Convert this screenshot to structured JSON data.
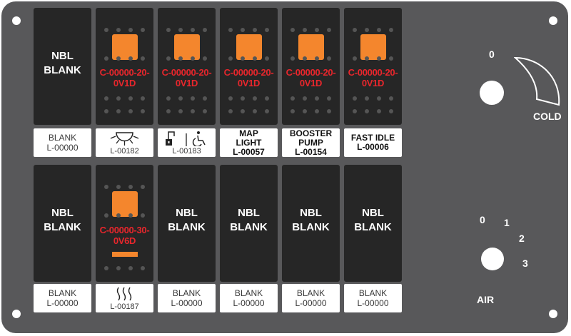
{
  "switches": [
    {
      "title": "NBL\nBLANK"
    },
    {
      "part": "C-00000-20-\n0V1D"
    },
    {
      "part": "C-00000-20-\n0V1D"
    },
    {
      "part": "C-00000-20-\n0V1D"
    },
    {
      "part": "C-00000-20-\n0V1D"
    },
    {
      "part": "C-00000-20-\n0V1D"
    },
    {
      "title": "NBL\nBLANK"
    },
    {
      "part": "C-00000-30-\n0V6D"
    },
    {
      "title": "NBL\nBLANK"
    },
    {
      "title": "NBL\nBLANK"
    },
    {
      "title": "NBL\nBLANK"
    },
    {
      "title": "NBL\nBLANK"
    }
  ],
  "labels": [
    {
      "text": "BLANK\nL-00000"
    },
    {
      "icon": "dome-light-icon",
      "code": "L-00182"
    },
    {
      "icon": "door-lock-wheelchair-icon",
      "code": "L-00183"
    },
    {
      "text": "MAP\nLIGHT\nL-00057"
    },
    {
      "text": "BOOSTER\nPUMP\nL-00154"
    },
    {
      "text": "FAST IDLE\nL-00006"
    },
    {
      "text": "BLANK\nL-00000"
    },
    {
      "icon": "heat-waves-icon",
      "code": "L-00187"
    },
    {
      "text": "BLANK\nL-00000"
    },
    {
      "text": "BLANK\nL-00000"
    },
    {
      "text": "BLANK\nL-00000"
    },
    {
      "text": "BLANK\nL-00000"
    }
  ],
  "temp_dial": {
    "zero": "0",
    "label": "COLD"
  },
  "air_dial": {
    "steps": [
      "0",
      "1",
      "2",
      "3"
    ],
    "label": "AIR"
  },
  "colors": {
    "panel": "#58585a",
    "switch": "#262626",
    "led": "#f4862d",
    "part_text": "#e8262c"
  }
}
